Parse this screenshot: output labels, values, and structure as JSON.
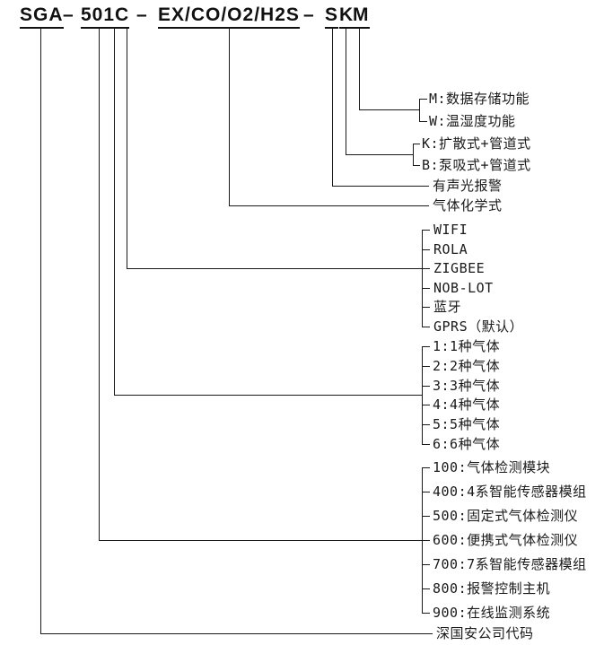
{
  "colors": {
    "background": "#ffffff",
    "line": "#1a1a1a",
    "text": "#111111"
  },
  "model_code": {
    "company": "SGA",
    "separator": "–",
    "series": "501C",
    "gas_formula": "EX/CO/O2/H2S",
    "suffix_s": "S",
    "suffix_k": "K",
    "suffix_m": "M"
  },
  "legend": {
    "storage_options": [
      "M:数据存储功能",
      "W:温湿度功能"
    ],
    "sampling_options": [
      "K:扩散式+管道式",
      "B:泵吸式+管道式"
    ],
    "alarm": "有声光报警",
    "gas_formula": "气体化学式",
    "comm_options": [
      "WIFI",
      "ROLA",
      "ZIGBEE",
      "NOB-LOT",
      "蓝牙",
      "GPRS（默认）"
    ],
    "gas_count_options": [
      "1:1种气体",
      "2:2种气体",
      "3:3种气体",
      "4:4种气体",
      "5:5种气体",
      "6:6种气体"
    ],
    "series_options": [
      "100:气体检测模块",
      "400:4系智能传感器模组",
      "500:固定式气体检测仪",
      "600:便携式气体检测仪",
      "700:7系智能传感器模组",
      "800:报警控制主机",
      "900:在线监测系统"
    ],
    "company": "深国安公司代码"
  }
}
